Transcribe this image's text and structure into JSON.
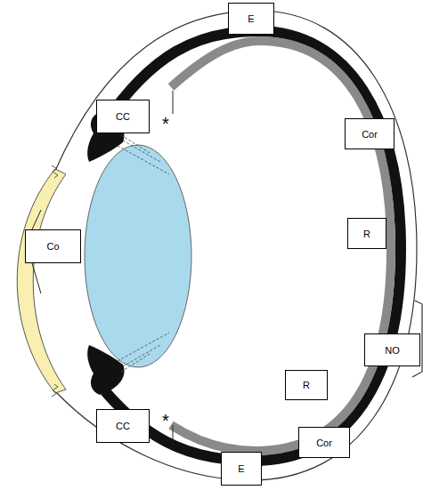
{
  "diagram": {
    "labels": [
      "E",
      "CC",
      "*",
      "Cor",
      "R",
      "Co",
      "NO",
      "R",
      "CC",
      "*",
      "Cor",
      "E"
    ]
  }
}
